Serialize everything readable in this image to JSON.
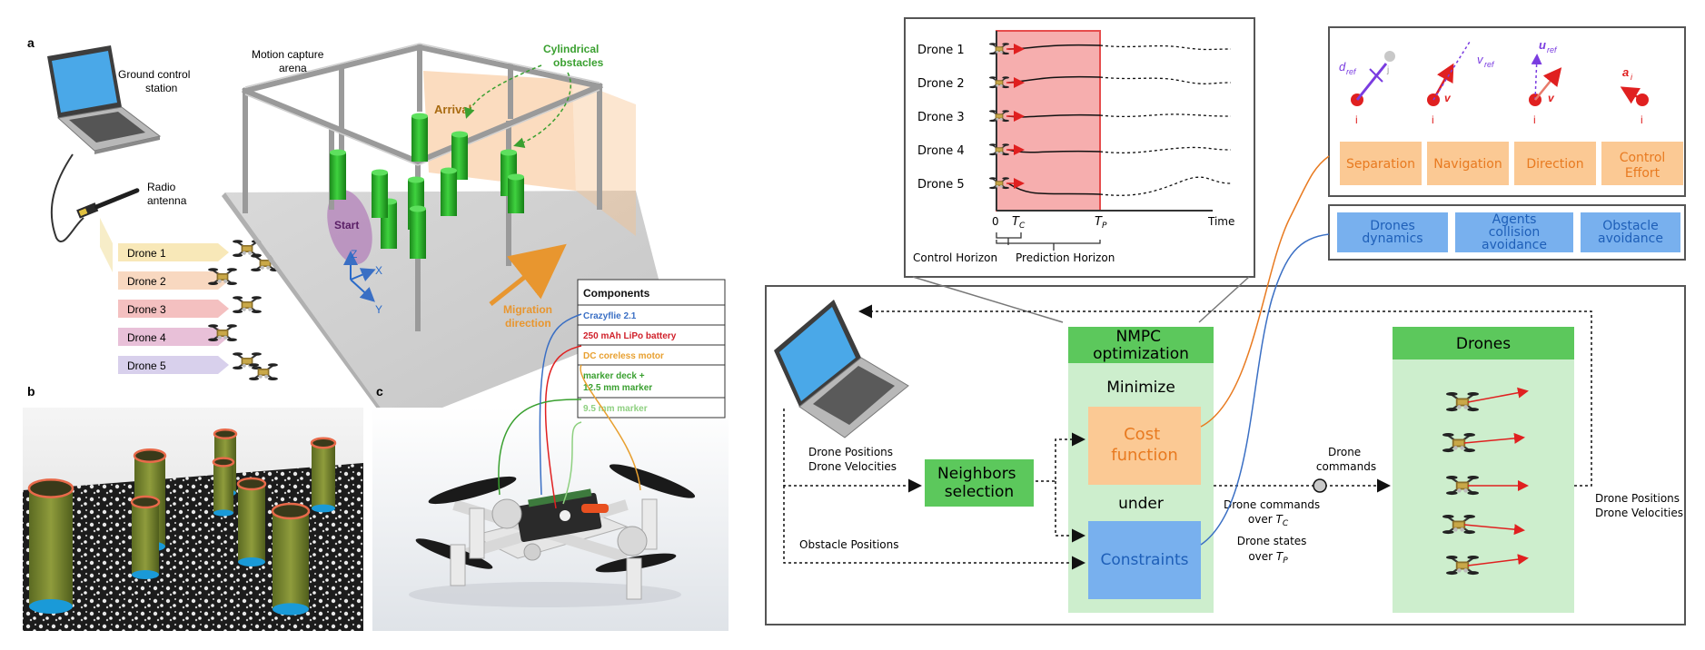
{
  "left_figure": {
    "panel_a": {
      "letter": "a",
      "ground_station": "Ground control station",
      "radio": "Radio antenna",
      "arena": "Motion capture arena",
      "obstacles": "Cylindrical obstacles",
      "arrival": "Arrival",
      "start": "Start",
      "axis_z": "Z",
      "axis_x": "X",
      "axis_y": "Y",
      "migration": "Migration direction",
      "drones": [
        "Drone 1",
        "Drone 2",
        "Drone 3",
        "Drone 4",
        "Drone 5"
      ],
      "drone_colors": [
        "#f8e8b8",
        "#f8d8c0",
        "#f4c0c0",
        "#e8c0d8",
        "#d8d0ec"
      ]
    },
    "panel_b": {
      "letter": "b"
    },
    "panel_c": {
      "letter": "c",
      "components_header": "Components",
      "components": [
        {
          "label": "Crazyflie 2.1",
          "color": "#3a6fc4"
        },
        {
          "label": "250 mAh LiPo battery",
          "color": "#d0202a"
        },
        {
          "label": "DC coreless motor",
          "color": "#e8a030"
        },
        {
          "label": "marker deck +\n12.5 mm marker",
          "color": "#3aa030"
        },
        {
          "label": "9.5 mm marker",
          "color": "#8ed080"
        }
      ]
    }
  },
  "right_figure": {
    "horizon_plot": {
      "drones": [
        "Drone 1",
        "Drone 2",
        "Drone 3",
        "Drone 4",
        "Drone 5"
      ],
      "tick_0": "0",
      "tick_tc": "T",
      "tick_tc_sub": "C",
      "tick_tp": "T",
      "tick_tp_sub": "P",
      "time_label": "Time",
      "control_horizon": "Control Horizon",
      "prediction_horizon": "Prediction Horizon"
    },
    "cost_terms": {
      "icons": [
        {
          "label": "d",
          "sub": "ref",
          "extra": "j"
        },
        {
          "label": "v",
          "sub": "ref",
          "extra": "v"
        },
        {
          "label": "u",
          "sub": "ref",
          "extra": "v"
        },
        {
          "label": "a",
          "sub": "i",
          "extra": ""
        }
      ],
      "agent_label": "i",
      "terms": [
        "Separation",
        "Navigation",
        "Direction",
        "Control\nEffort"
      ],
      "term_color": "#fbc994",
      "term_text_color": "#e87a20"
    },
    "constraints": {
      "terms": [
        "Drones\ndynamics",
        "Agents\ncollision\navoidance",
        "Obstacle\navoidance"
      ],
      "color": "#78b0ee",
      "text_color": "#1e5fb8"
    },
    "flow": {
      "nmpc_title": "NMPC\noptimization",
      "minimize": "Minimize",
      "cost_function": "Cost\nfunction",
      "under": "under",
      "constraints_box": "Constraints",
      "neighbors": "Neighbors\nselection",
      "drones_title": "Drones",
      "inputs_states": "Drone Positions\nDrone Velocities",
      "obstacle_positions": "Obstacle Positions",
      "drone_commands": "Drone\ncommands",
      "commands_over": "Drone commands\nover",
      "states_over": "Drone states\nover",
      "outputs_states": "Drone Positions\nDrone Velocities",
      "green_dark": "#5cc85c",
      "green_light": "#cdeecd"
    }
  }
}
